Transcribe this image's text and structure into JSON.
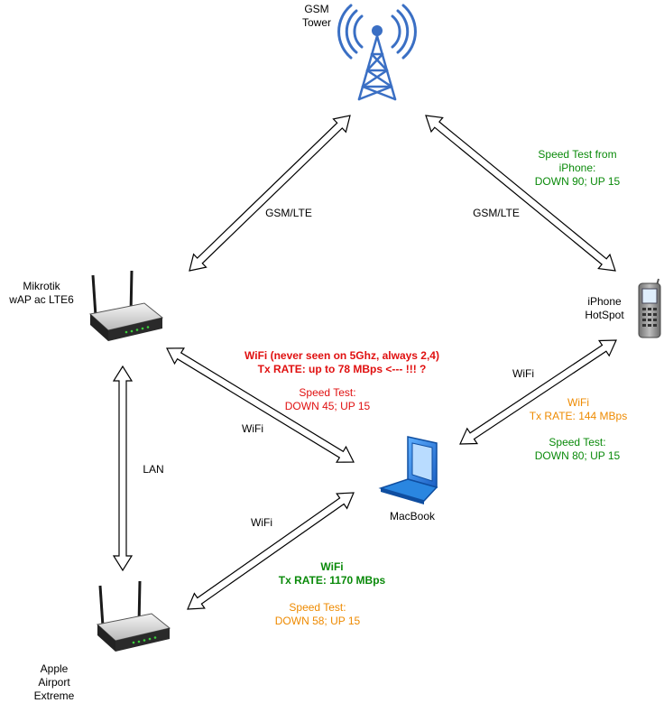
{
  "nodes": {
    "gsm_tower": {
      "lines": [
        "GSM",
        "Tower"
      ]
    },
    "mikrotik": {
      "lines": [
        "Mikrotik",
        "wAP ac LTE6"
      ]
    },
    "iphone": {
      "lines": [
        "iPhone",
        "HotSpot"
      ]
    },
    "macbook": {
      "lines": [
        "MacBook"
      ]
    },
    "airport": {
      "lines": [
        "Apple",
        "Airport",
        "Extreme"
      ]
    }
  },
  "links": {
    "mikrotik_tower": "GSM/LTE",
    "iphone_tower": "GSM/LTE",
    "mikrotik_macbook": "WiFi",
    "macbook_iphone": "WiFi",
    "mikrotik_airport": "LAN",
    "airport_macbook": "WiFi"
  },
  "notes": {
    "iphone_speed": [
      "Speed Test from",
      "iPhone:",
      "DOWN 90; UP 15"
    ],
    "mikrotik_wifi": [
      "WiFi (never seen on 5Ghz, always 2,4)",
      "Tx RATE: up to 78 MBps <--- !!! ?"
    ],
    "mikrotik_speed": [
      "Speed Test:",
      "DOWN 45; UP 15"
    ],
    "iphone_wifi": [
      "WiFi",
      "Tx RATE: 144 MBps"
    ],
    "iphone_speed_test": [
      "Speed Test:",
      "DOWN 80; UP 15"
    ],
    "airport_wifi": [
      "WiFi",
      "Tx RATE: 1170 MBps"
    ],
    "airport_speed": [
      "Speed Test:",
      "DOWN 58; UP 15"
    ]
  },
  "colors": {
    "red": "#e01010",
    "green": "#0a8a0a",
    "orange": "#ee8a00",
    "tower_blue": "#3a6fc4",
    "router_dark": "#2a2a2a",
    "macbook_blue": "#1a74d6"
  },
  "icons": [
    "cell-tower-icon",
    "wifi-router-icon",
    "mobile-phone-icon",
    "laptop-icon"
  ]
}
